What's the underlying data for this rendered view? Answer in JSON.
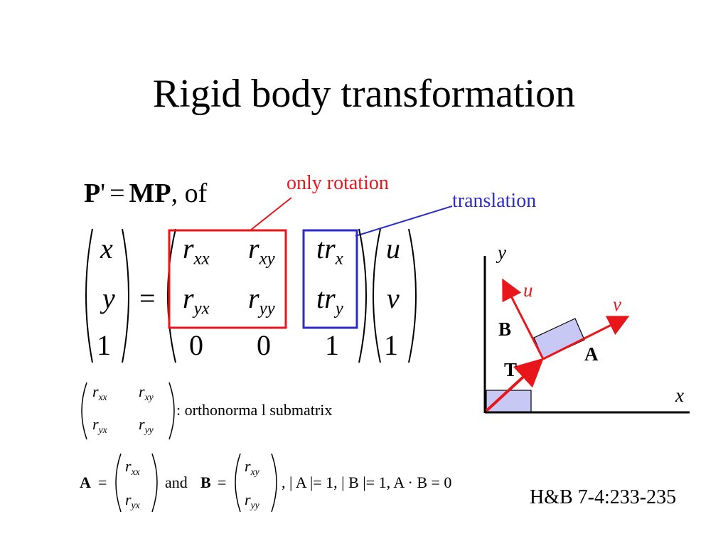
{
  "title": "Rigid body transformation",
  "equation": {
    "lhs_bold_P": "P",
    "prime": "'",
    "equals": "=",
    "rhs_bold": "MP",
    "of": ", of"
  },
  "annotations": {
    "rotation_label": "only rotation",
    "translation_label": "translation",
    "rotation_color": "#e8161b",
    "translation_color": "#2b2bc9"
  },
  "big_matrix": {
    "left_vector": [
      "x",
      "y",
      "1"
    ],
    "equals": "=",
    "rows": [
      [
        {
          "base": "r",
          "sub": "xx"
        },
        {
          "base": "r",
          "sub": "xy"
        },
        {
          "base": "tr",
          "sub": "x"
        }
      ],
      [
        {
          "base": "r",
          "sub": "yx"
        },
        {
          "base": "r",
          "sub": "yy"
        },
        {
          "base": "tr",
          "sub": "y"
        }
      ],
      [
        {
          "base": "0",
          "sub": ""
        },
        {
          "base": "0",
          "sub": ""
        },
        {
          "base": "1",
          "sub": ""
        }
      ]
    ],
    "right_vector": [
      "u",
      "v",
      "1"
    ]
  },
  "submatrix": {
    "cells": [
      [
        "xx",
        "xy"
      ],
      [
        "yx",
        "yy"
      ]
    ],
    "base": "r",
    "caption": ": orthonorma l submatrix"
  },
  "condition": {
    "A": "A",
    "eq": "=",
    "a_cells": [
      "xx",
      "yx"
    ],
    "and": "and",
    "B": "B",
    "b_cells": [
      "xy",
      "yy"
    ],
    "tail": ", | A |= 1, | B |= 1, A · B = 0"
  },
  "diagram": {
    "axis_x": "x",
    "axis_y": "y",
    "u": "u",
    "v": "v",
    "A": "A",
    "B": "B",
    "T": "T",
    "box_fill": "#c8c8f5"
  },
  "reference": "H&B 7-4:233-235"
}
